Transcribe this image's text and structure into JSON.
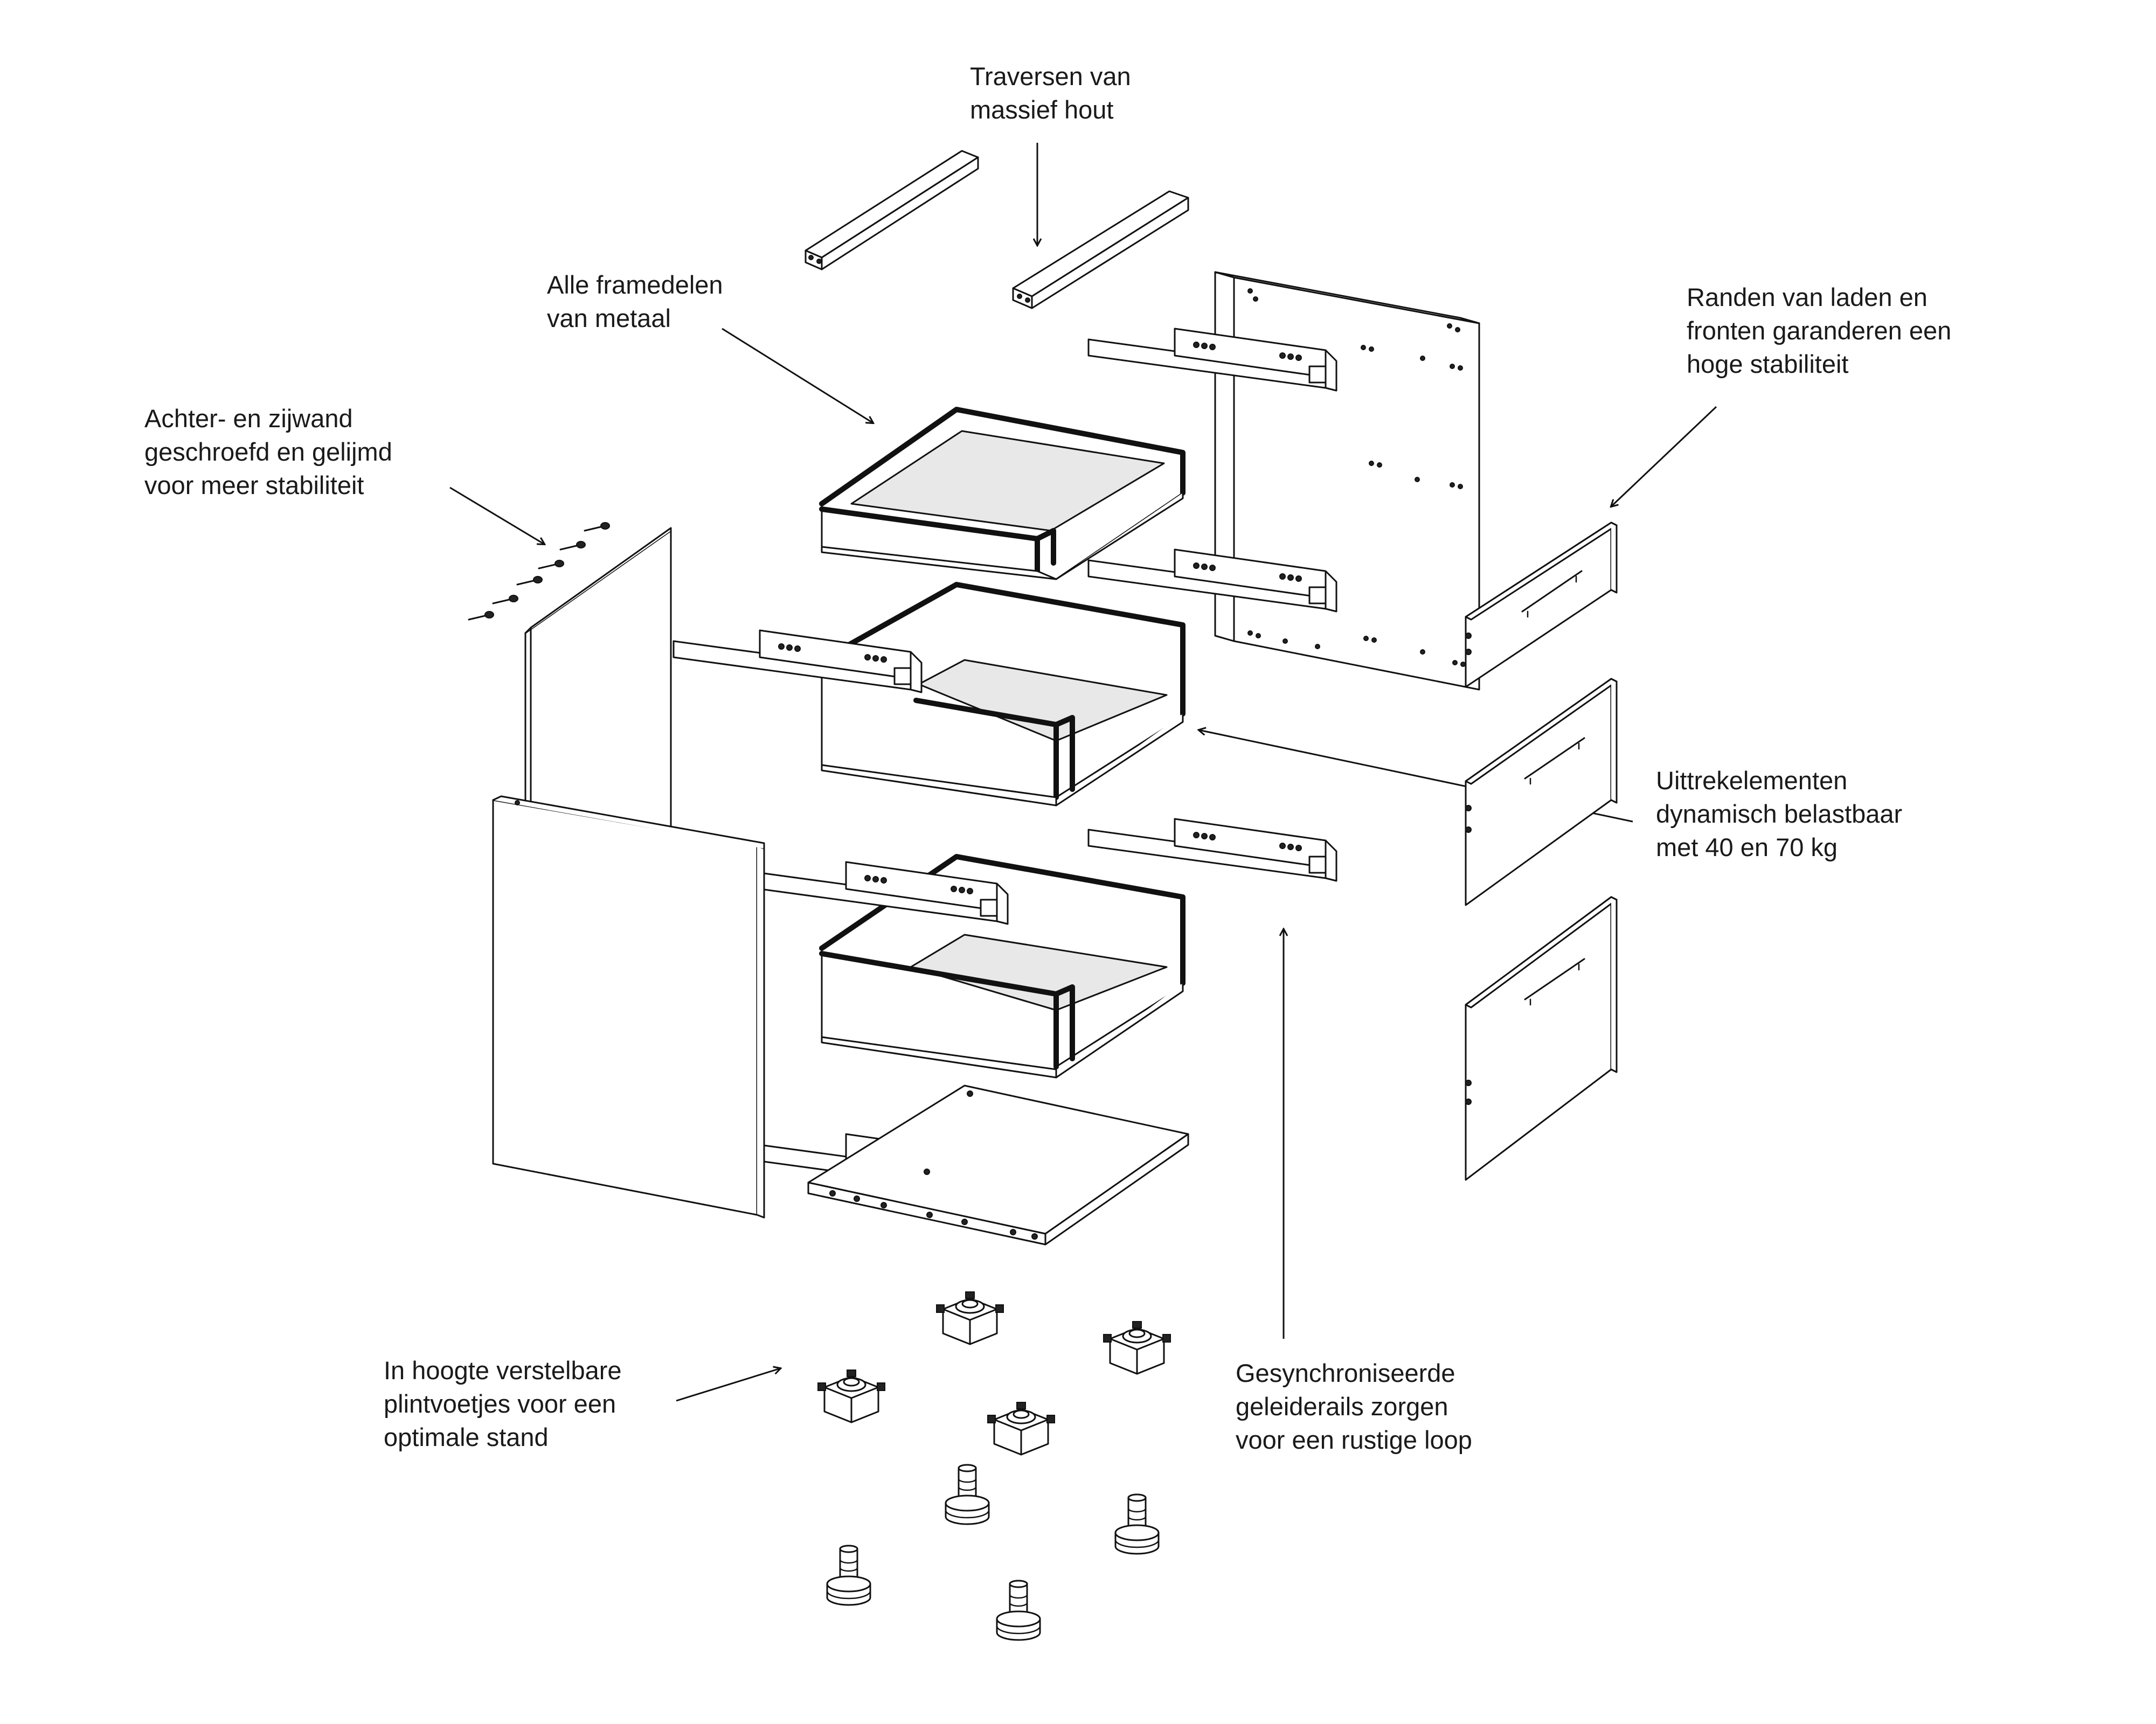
{
  "annotations": {
    "traversen": [
      "Traversen van",
      "massief hout"
    ],
    "framedelen": [
      "Alle framedelen",
      "van metaal"
    ],
    "randen": [
      "Randen van laden en",
      "fronten garanderen een",
      "hoge stabiliteit"
    ],
    "wand": [
      "Achter- en zijwand",
      "geschroefd en gelijmd",
      "voor meer stabiliteit"
    ],
    "uittrek": [
      "Uittrekelementen",
      "dynamisch belastbaar",
      "met 40 en 70 kg"
    ],
    "plintvoetjes": [
      "In hoogte verstelbare",
      "plintvoetjes voor een",
      "optimale stand"
    ],
    "geleiderails": [
      "Gesynchroniseerde",
      "geleiderails zorgen",
      "voor een rustige loop"
    ]
  },
  "colors": {
    "line": "#111111",
    "background": "#ffffff",
    "shade": "#e8e8e8"
  }
}
